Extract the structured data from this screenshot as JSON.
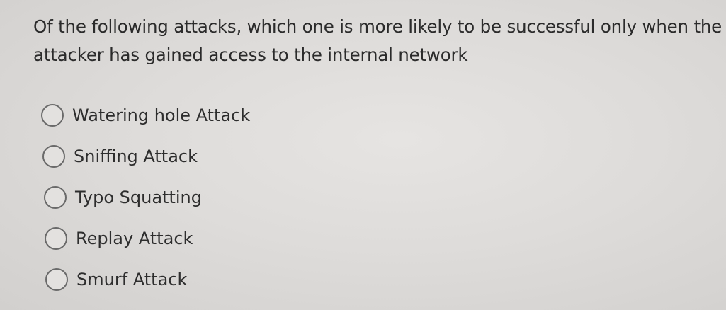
{
  "question": {
    "line1": "Of the following attacks, which one is more likely to be successful only when the",
    "line2": "attacker has gained access to the internal network"
  },
  "options": [
    {
      "label": "Watering hole Attack"
    },
    {
      "label": "Sniffing Attack"
    },
    {
      "label": "Typo Squatting"
    },
    {
      "label": "Replay Attack"
    },
    {
      "label": "Smurf Attack"
    }
  ]
}
